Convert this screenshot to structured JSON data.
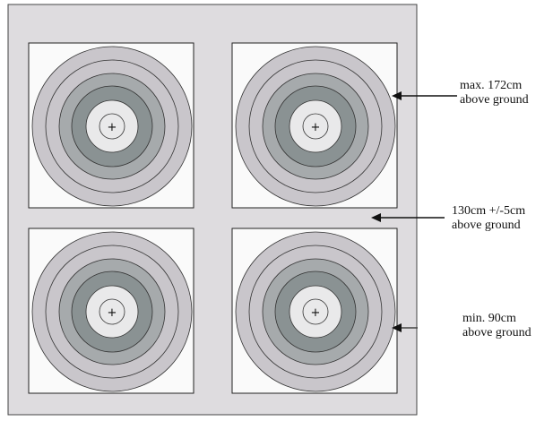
{
  "annotations": {
    "top": {
      "line1": "max. 172cm",
      "line2": "above ground"
    },
    "middle": {
      "line1": "130cm +/-5cm",
      "line2": "above ground"
    },
    "bottom": {
      "line1": "min. 90cm",
      "line2": "above ground"
    }
  },
  "target": {
    "center_mark": "+"
  },
  "colors": {
    "board": "#dedcdf",
    "face_background": "#fafafa",
    "outer_rings": "#c9c6cb",
    "middle_rings": "#a6aaac",
    "inner_rings": "#8a9293",
    "center_rings": "#e9e9ea",
    "outline": "#333333"
  }
}
